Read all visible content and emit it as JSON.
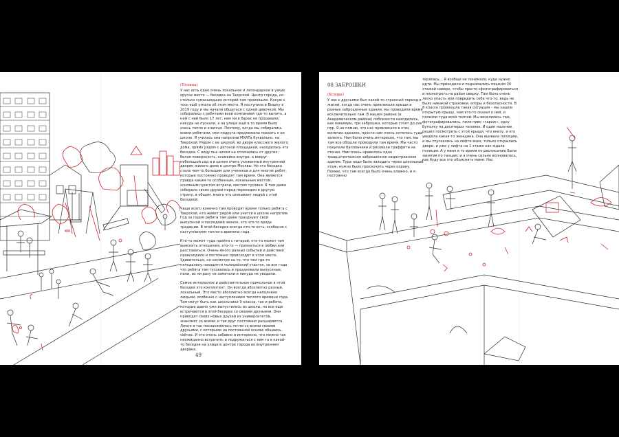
{
  "left_page": {
    "author": "(Полина)",
    "paragraphs": [
      "У нас есть одно очень локальное и легендарное в узких кругах место — беседка на Тверской. Центр города, но столько сумасшедших историй там произошло. Какую с тось ещё узнала об этом месте. Я поступила в Вышку в 2019 году и мы начали общаться с одной девочкой. Мы собирались с ребятами всей компанией где-то выпить, а нам с ней было 17 лет, нам ни в барах не продавали, никуда не пускали, а на улице ещё в то время было очень тепло и классно. Поэтому, когда мы собирались всеми ребятами, моя подруга предложила поехать к ее школе. Я училась она напротив МХАТа буквально, на Тверской. Рядом с ее школой, во дворе классного жилого дома, прямо рядом с детской площадкой, находилась эта беседка. С виду она ничем не отличалась от других: белая поверхность, скамейка внутри, а вокруг небольшой сад и в целом очень ухоженный внутренний дворик жилого дома в центре Москвы. Но эта беседка стала чем-то большим для учеников и для многих ребят, которые постоянно проводят там время. Она является правда каким-то особенным, локальным местом, основным пунктом встречи, местом тусовки. Я там даже собирала своих друзей перед переездом в другую страну, в общем, много что связывает людей с этой беседкой.",
      "Чаще всего конечно там проводят время только ребята с Тверской, кто живет рядом или учится в школе напротив. Год за годом ребята там даже празднуют свой выпускной и последний звонок, это что-то вроде традиции. В этой беседке всегда кто-то есть, особенно с наступлением теплого времени года.",
      "Кто-то может туда прийти с гитарой, кто-то может там выяснить отношения, кто-то — признаться в любви или расставаться. Очень много разных событий и действий происходило и постоянно происходит в этом месте. Удивительно, но несмотря на то, что там где-то неподалеку находится полицейский участок, за все года что ребята там тусовались и праздновали выпускные, пили, их ни разу не замечали и никуда не уводили.",
      "Самое интересное и действительное прикольное в этой беседке это контингент. Он всегда абсолютно разный, локальный. Это место абсолютно всегда наполнено людьми, особенно с наступлением теплого времени года. Там могут быть как школьники 9 класса, так и ребята, которые давно уже выпустились из школы, но все еще встречаются в этой беседке со своими друзьями. Они приводят своих новых друзей из университетов, знакомят со всеми, и так круг постоянно расширяется. Лично я так познакомилась почти со всеми своими друзьями, с которыми на постоянной основе общаюсь сейчас. И это очень забавно и интересно, что можно так неожиданно встретить и подружиться с кем то в какой-то беседке на улице в центре города во внутреннем дворике."
    ],
    "page_number": "49"
  },
  "right_page": {
    "section_header": "08 ЗАБРОШКИ",
    "author": "(Ксюша)",
    "column_1": "У нас с друзьями был какой-то странный период в жизни, когда нас очень привлекали крыши и разные заброшенные здания, мы проводили время исключительно там. В нашем районе (в Академическом районе) поблизости находились, как минимум, три заброшки, которые стоят до сих пор. Я не помню, что нас привлекало в этих вонючих зданиях, просто нам очень хотелось туда залезть. Нам было очень интересно, что там, мы там все обошли проводили там время. Мы часто покупали баллончики и рисовали граффити на стенах. Нам очень нравилось одно тридцатиэтажное заброшенное недостроенное здание. Туда надо было заходить через цокольный этаж, нужно было проскочить через охрану. Помню, что там всегда было очень влажно, и я постоянно",
    "column_2": "терялась… Я вообще не понимала, куда нужно идти. Мы приходили и поднимались пешком 30 этажей наверх, чтобы просто сфотографироваться и посмотреть на район сверху. Там было очень легко упасть или повредить себе что-то, ведь не было никакой страховки, опоры и безопасности. В 8 классе произошла такая ситуация – мы нашли открытую крышу, нам кто-то сказал о ней, и полезли туда всей толпой. Мы веселились там, фотографировались, пили пиво «гараж», одну бутылку на десятерых человек. И один мальчик решил посмотреть с этой крыши, что внизу, и его увидела какая-то женщина. Она вызвала полицию, и мы спускались на лифте вниз, только открылись двери, и уже у лифта на 1 этаже нас ждала полиция. А у меня в то время по расписанию были занятия по танцам, и я очень сильно волновалась, как буду все это объяснять маме. Нас"
  },
  "colors": {
    "accent_red": "#d0202a",
    "line": "#2a2a2a",
    "background": "#000000",
    "paper": "#ffffff"
  }
}
